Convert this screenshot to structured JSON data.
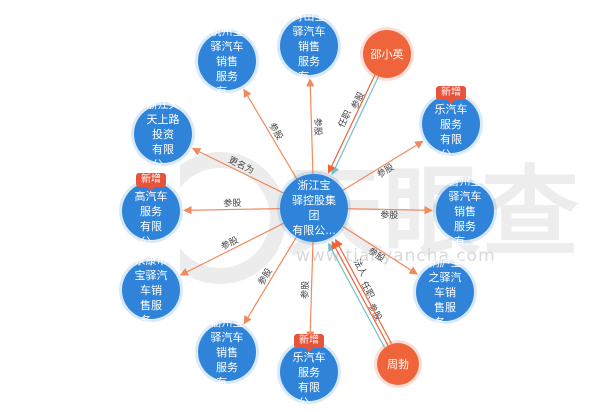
{
  "center": {
    "name": "浙江宝\n驿控股集团\n有限公..."
  },
  "companies": [
    {
      "name": "舟山宝\n驿汽车销售\n服务有...",
      "badge": "",
      "edge_label": "参股"
    },
    {
      "name": "杭州宝\n驿汽车销售\n服务有...",
      "badge": "",
      "edge_label": "参股"
    },
    {
      "name": "浙江天\n天上路投资\n有限公...",
      "badge": "",
      "edge_label": "更名为"
    },
    {
      "name": "杭州悦\n高汽车服务\n有限公...",
      "badge": "新增",
      "edge_label": "参股"
    },
    {
      "name": "永康市\n宝驿汽车销\n售服务...",
      "badge": "",
      "edge_label": "参股"
    },
    {
      "name": "衢州宝\n驿汽车销售\n服务有...",
      "badge": "",
      "edge_label": "参股"
    },
    {
      "name": "杭州平\n乐汽车服务\n有限公...",
      "badge": "新增",
      "edge_label": "参股"
    },
    {
      "name": "桐庐宝\n之驿汽车销\n售服务...",
      "badge": "",
      "edge_label": "参股"
    },
    {
      "name": "台州宝\n驿汽车销售\n服务有...",
      "badge": "",
      "edge_label": "参股"
    },
    {
      "name": "杭州悦\n乐汽车服务\n有限公...",
      "badge": "新增",
      "edge_label": "参股"
    }
  ],
  "people": [
    {
      "name": "邵小英",
      "edge_labels": [
        "参股",
        "任职"
      ]
    },
    {
      "name": "周勃",
      "edge_labels": [
        "参股",
        "任职",
        "法人"
      ]
    }
  ],
  "watermark": {
    "brand": "天眼查",
    "url": "www.tianyancha.com"
  },
  "colors": {
    "company": "#2f84d9",
    "person": "#f0643b",
    "edge_company": "#f08a5d",
    "edge_person_a": "#6fc1c8",
    "edge_person_b": "#f0643b",
    "badge": "#e8533b"
  }
}
